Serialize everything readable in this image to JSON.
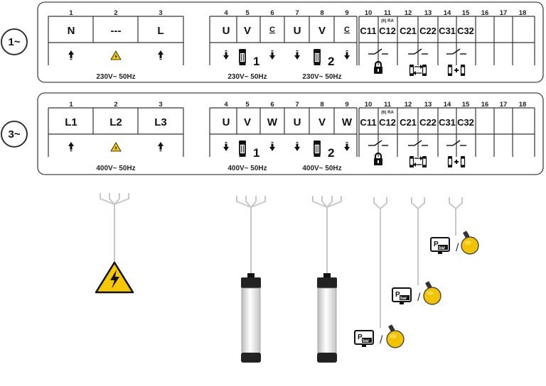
{
  "config_1": {
    "label": "1~",
    "terminal_numbers": [
      "1",
      "2",
      "3",
      "4",
      "5",
      "6",
      "7",
      "8",
      "9",
      "10",
      "11",
      "12",
      "13",
      "14",
      "15",
      "16",
      "17",
      "18"
    ],
    "terminal_labels": [
      "N",
      "---",
      "L",
      "U",
      "V",
      "C",
      "U",
      "V",
      "C",
      "C11",
      "C12",
      "C21",
      "C22",
      "C31",
      "C32",
      "",
      "",
      ""
    ],
    "ra_note": "(6) RA",
    "supply_voltage": "230V~ 50Hz",
    "motor1_voltage": "230V~ 50Hz",
    "motor2_voltage": "230V~ 50Hz",
    "pump1_number": "1",
    "pump2_number": "2"
  },
  "config_3": {
    "label": "3~",
    "terminal_numbers": [
      "1",
      "2",
      "3",
      "4",
      "5",
      "6",
      "7",
      "8",
      "9",
      "10",
      "11",
      "12",
      "13",
      "14",
      "15",
      "16",
      "17",
      "18"
    ],
    "terminal_labels": [
      "L1",
      "L2",
      "L3",
      "U",
      "V",
      "W",
      "U",
      "V",
      "W",
      "C11",
      "C12",
      "C21",
      "C22",
      "C31",
      "C32",
      "",
      "",
      ""
    ],
    "ra_note": "(6) RA",
    "supply_voltage": "400V~ 50Hz",
    "motor1_voltage": "400V~ 50Hz",
    "motor2_voltage": "400V~ 50Hz",
    "pump1_number": "1",
    "pump2_number": "2"
  },
  "sensors": {
    "pressure_label": "P",
    "pressure_subscript": "bar",
    "separator": "/"
  },
  "colors": {
    "float_yellow": "#f2c400",
    "warning_yellow": "#f5c800",
    "cable_gray": "#c8c8c8",
    "pump_body": "#ececec"
  }
}
